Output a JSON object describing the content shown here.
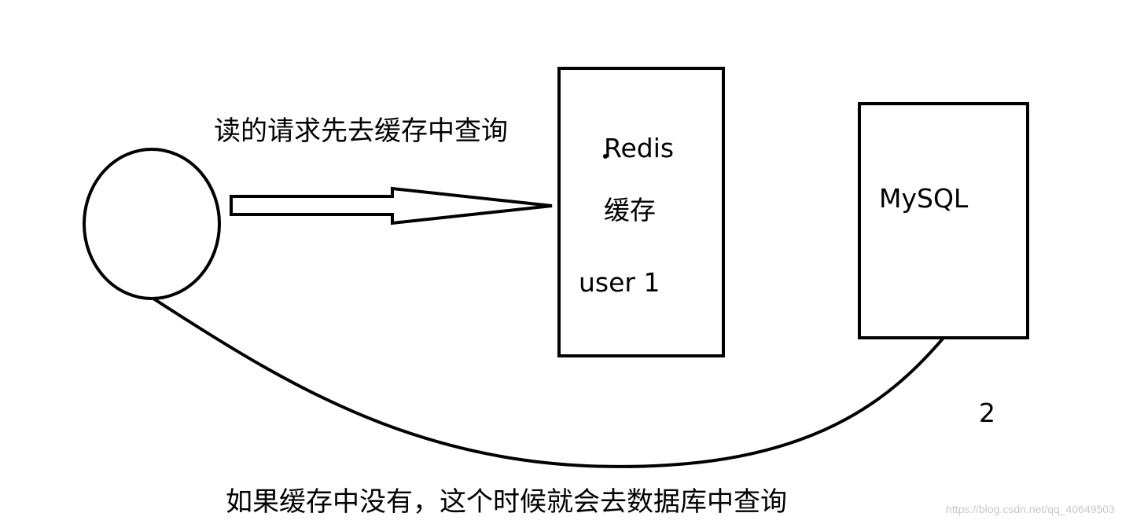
{
  "labels": {
    "request_text": "读的请求先去缓存中查询",
    "redis_name": "Redis",
    "redis_sub": "缓存",
    "redis_item": "user 1",
    "mysql_name": "MySQL",
    "step_number": "2",
    "fallback_text": "如果缓存中没有，这个时候就会去数据库中查询",
    "watermark": "https://blog.csdn.net/qq_40649503"
  },
  "colors": {
    "stroke": "#000000",
    "background": "#ffffff",
    "watermark": "#c8c8c8"
  }
}
